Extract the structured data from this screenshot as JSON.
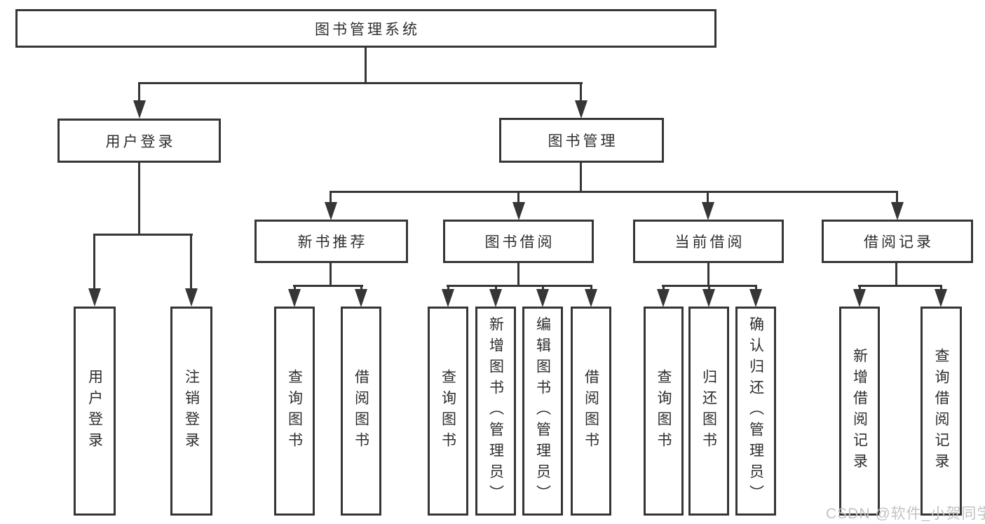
{
  "diagram": {
    "root": {
      "label": "图书管理系统"
    },
    "branches": [
      {
        "label": "用户登录",
        "children": [
          {
            "label": "用户登录"
          },
          {
            "label": "注销登录"
          }
        ]
      },
      {
        "label": "图书管理",
        "children": [
          {
            "label": "新书推荐",
            "children": [
              {
                "label": "查询图书"
              },
              {
                "label": "借阅图书"
              }
            ]
          },
          {
            "label": "图书借阅",
            "children": [
              {
                "label": "查询图书"
              },
              {
                "label": "新增图书（管理员）"
              },
              {
                "label": "编辑图书（管理员）"
              },
              {
                "label": "借阅图书"
              }
            ]
          },
          {
            "label": "当前借阅",
            "children": [
              {
                "label": "查询图书"
              },
              {
                "label": "归还图书"
              },
              {
                "label": "确认归还（管理员）"
              }
            ]
          },
          {
            "label": "借阅记录",
            "children": [
              {
                "label": "新增借阅记录"
              },
              {
                "label": "查询借阅记录"
              }
            ]
          }
        ]
      }
    ]
  },
  "watermark": {
    "text": "CSDN @软件_小贺同学"
  },
  "colors": {
    "line": "#363636",
    "text": "#2e2e2e",
    "box_fill": "#ffffff",
    "background": "#ffffff",
    "watermark": "#c3c3c3"
  }
}
